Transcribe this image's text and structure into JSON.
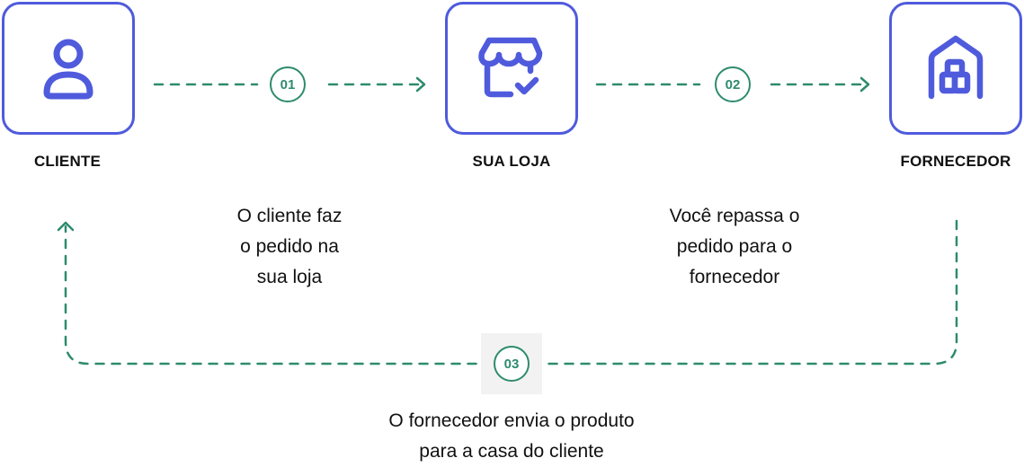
{
  "nodes": {
    "cliente": {
      "label": "CLIENTE",
      "icon": "user-icon"
    },
    "loja": {
      "label": "SUA LOJA",
      "icon": "store-check-icon"
    },
    "fornecedor": {
      "label": "FORNECEDOR",
      "icon": "warehouse-icon"
    }
  },
  "steps": [
    {
      "number": "01",
      "lines": [
        "O cliente faz",
        "o pedido na",
        "sua loja"
      ]
    },
    {
      "number": "02",
      "lines": [
        "Você repassa o",
        "pedido para o",
        "fornecedor"
      ]
    },
    {
      "number": "03",
      "lines": [
        "O fornecedor envia o produto",
        "para a casa do cliente"
      ]
    }
  ],
  "colors": {
    "node_border": "#4f5bdc",
    "arrow": "#2e8b6e",
    "text": "#111111"
  }
}
